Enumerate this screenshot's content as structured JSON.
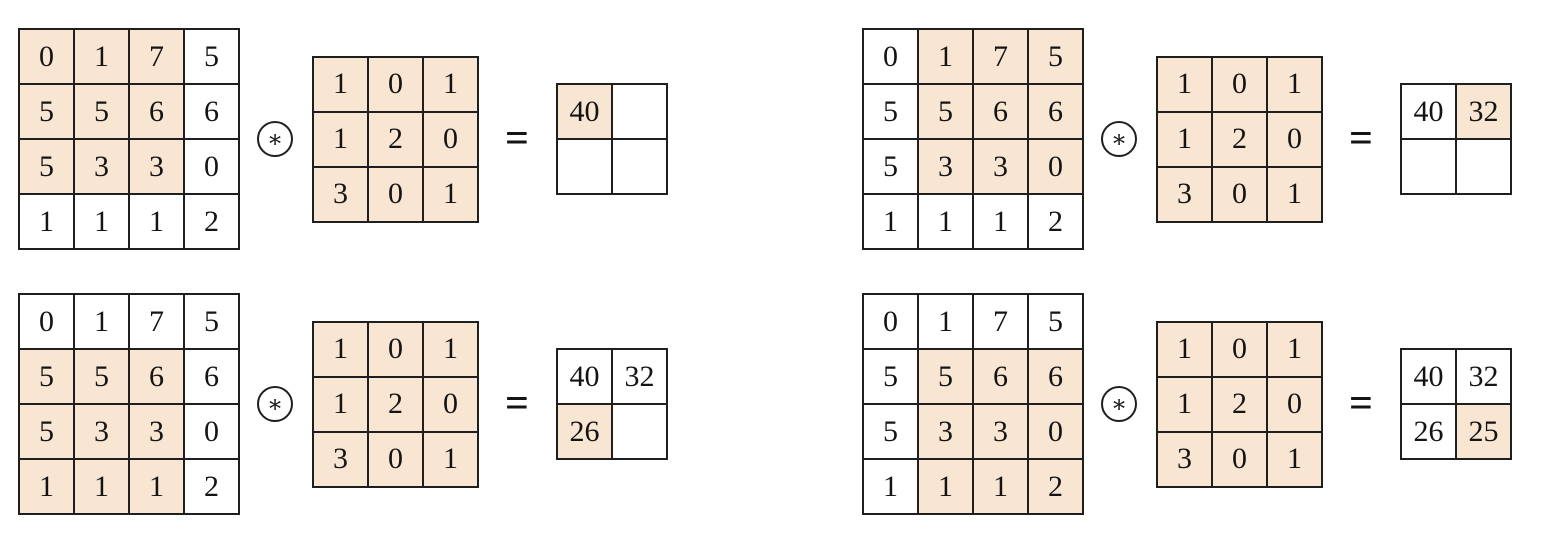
{
  "figure": {
    "description": "2D convolution sliding-window steps: 4x4 input convolved with 3x3 kernel producing 2x2 output",
    "operator_symbol": "∗",
    "equals_symbol": "="
  },
  "colors": {
    "highlight": "#F8E5D2",
    "cell_background": "#FFFFFF",
    "grid_line": "#1F1F1F"
  },
  "input_matrix": [
    [
      "0",
      "1",
      "7",
      "5"
    ],
    [
      "5",
      "5",
      "6",
      "6"
    ],
    [
      "5",
      "3",
      "3",
      "0"
    ],
    [
      "1",
      "1",
      "1",
      "2"
    ]
  ],
  "kernel": [
    [
      "1",
      "0",
      "1"
    ],
    [
      "1",
      "2",
      "0"
    ],
    [
      "3",
      "0",
      "1"
    ]
  ],
  "kernel_highlighted": true,
  "panels": [
    {
      "name": "step-1",
      "window": {
        "row": 0,
        "col": 0
      },
      "output": [
        [
          "40",
          ""
        ],
        [
          "",
          ""
        ]
      ],
      "output_highlight": {
        "row": 0,
        "col": 0
      }
    },
    {
      "name": "step-2",
      "window": {
        "row": 0,
        "col": 1
      },
      "output": [
        [
          "40",
          "32"
        ],
        [
          "",
          ""
        ]
      ],
      "output_highlight": {
        "row": 0,
        "col": 1
      }
    },
    {
      "name": "step-3",
      "window": {
        "row": 1,
        "col": 0
      },
      "output": [
        [
          "40",
          "32"
        ],
        [
          "26",
          ""
        ]
      ],
      "output_highlight": {
        "row": 1,
        "col": 0
      }
    },
    {
      "name": "step-4",
      "window": {
        "row": 1,
        "col": 1
      },
      "output": [
        [
          "40",
          "32"
        ],
        [
          "26",
          "25"
        ]
      ],
      "output_highlight": {
        "row": 1,
        "col": 1
      }
    }
  ]
}
